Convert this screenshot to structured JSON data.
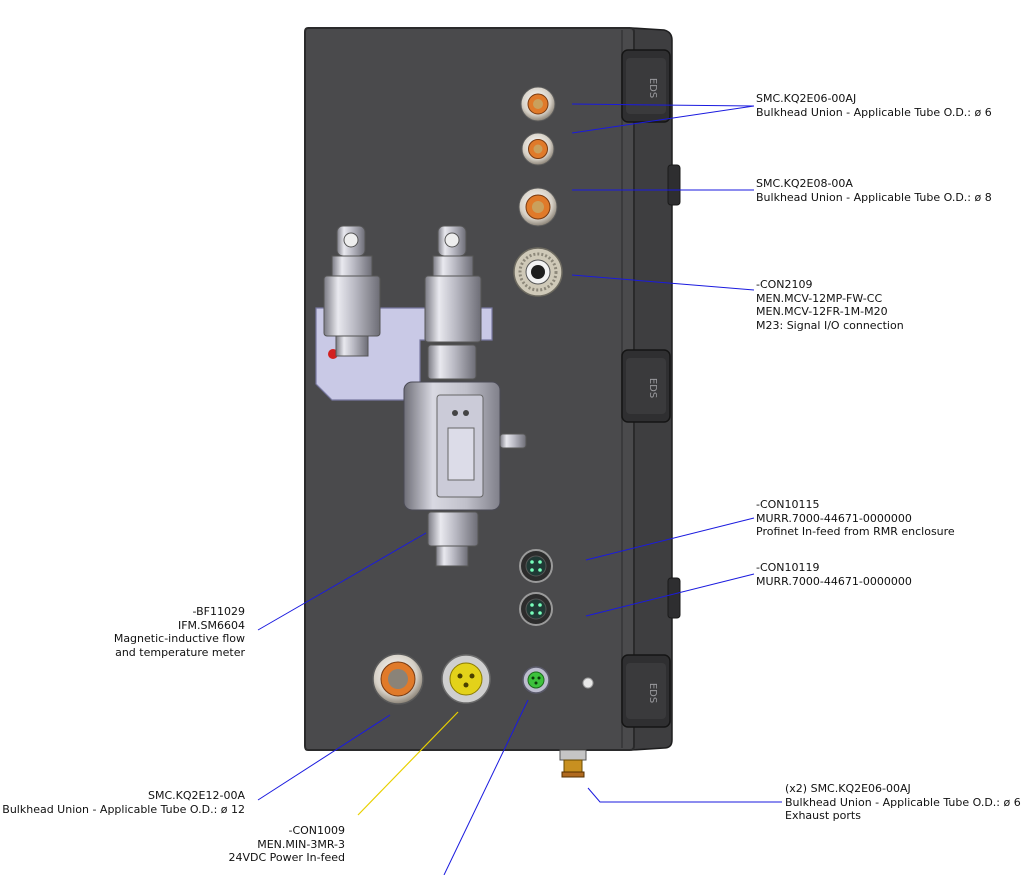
{
  "callouts": {
    "kq2e06": {
      "lines": [
        "SMC.KQ2E06-00AJ",
        "Bulkhead Union - Applicable Tube O.D.: ø 6"
      ]
    },
    "kq2e08": {
      "lines": [
        "SMC.KQ2E08-00A",
        "Bulkhead Union - Applicable Tube O.D.: ø 8"
      ]
    },
    "con2109": {
      "lines": [
        "-CON2109",
        "MEN.MCV-12MP-FW-CC",
        "MEN.MCV-12FR-1M-M20",
        "M23: Signal I/O connection"
      ]
    },
    "con10115": {
      "lines": [
        "-CON10115",
        "MURR.7000-44671-0000000",
        "Profinet In-feed from RMR enclosure"
      ]
    },
    "con10119": {
      "lines": [
        "-CON10119",
        "MURR.7000-44671-0000000"
      ]
    },
    "bf11029": {
      "lines": [
        "-BF11029",
        "IFM.SM6604",
        "Magnetic-inductive flow",
        "and temperature meter"
      ]
    },
    "kq2e12": {
      "lines": [
        "SMC.KQ2E12-00A",
        "Bulkhead Union - Applicable Tube O.D.: ø 12"
      ]
    },
    "con1009": {
      "lines": [
        "-CON1009",
        "MEN.MIN-3MR-3",
        "24VDC Power In-feed"
      ]
    },
    "exhaust": {
      "lines": [
        "(x2) SMC.KQ2E06-00AJ",
        "Bulkhead Union - Applicable Tube O.D.: ø 6",
        "Exhaust ports"
      ]
    }
  },
  "side_brand": "EDS",
  "colors": {
    "enclosure": "#4a4a4c",
    "enclosure_edge": "#2a2a2b",
    "leader_blue": "#1a1adf",
    "leader_yellow": "#e8d000",
    "fitting_orange": "#e07a2a",
    "connector_yellow": "#e3d21a",
    "connector_green": "#3dc23d",
    "metal": "#c8c8d0",
    "bracket": "#c9c9e6"
  }
}
